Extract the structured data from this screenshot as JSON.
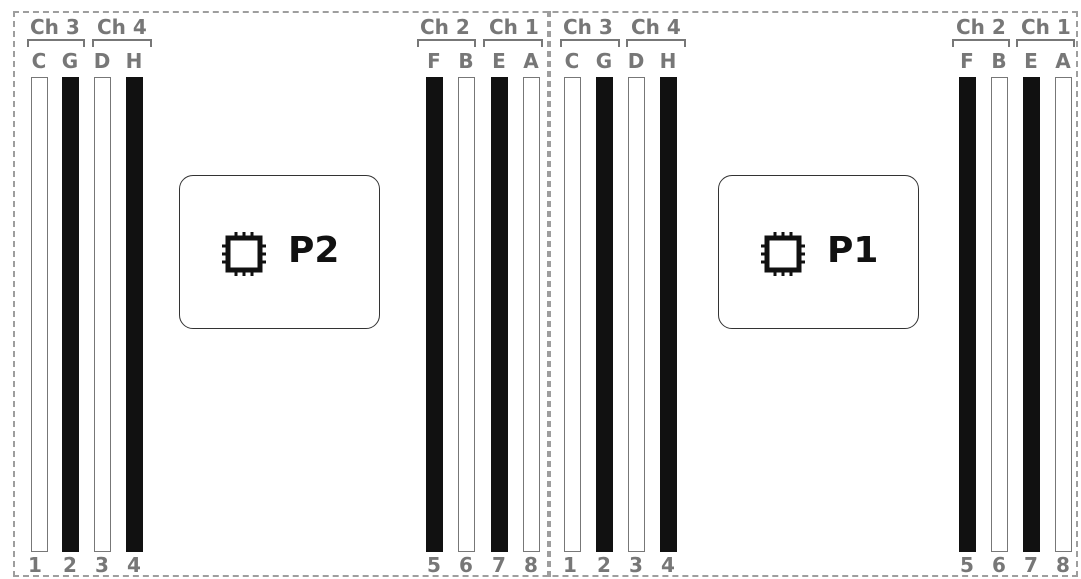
{
  "processors": [
    {
      "label": "P2",
      "channels": [
        {
          "name": "Ch 3"
        },
        {
          "name": "Ch 4"
        },
        {
          "name": "Ch 2"
        },
        {
          "name": "Ch 1"
        }
      ],
      "slots": [
        {
          "letter": "C",
          "number": "1",
          "populated": false
        },
        {
          "letter": "G",
          "number": "2",
          "populated": true
        },
        {
          "letter": "D",
          "number": "3",
          "populated": false
        },
        {
          "letter": "H",
          "number": "4",
          "populated": true
        },
        {
          "letter": "F",
          "number": "5",
          "populated": true
        },
        {
          "letter": "B",
          "number": "6",
          "populated": false
        },
        {
          "letter": "E",
          "number": "7",
          "populated": true
        },
        {
          "letter": "A",
          "number": "8",
          "populated": false
        }
      ]
    },
    {
      "label": "P1",
      "channels": [
        {
          "name": "Ch 3"
        },
        {
          "name": "Ch 4"
        },
        {
          "name": "Ch 2"
        },
        {
          "name": "Ch 1"
        }
      ],
      "slots": [
        {
          "letter": "C",
          "number": "1",
          "populated": false
        },
        {
          "letter": "G",
          "number": "2",
          "populated": true
        },
        {
          "letter": "D",
          "number": "3",
          "populated": false
        },
        {
          "letter": "H",
          "number": "4",
          "populated": true
        },
        {
          "letter": "F",
          "number": "5",
          "populated": true
        },
        {
          "letter": "B",
          "number": "6",
          "populated": false
        },
        {
          "letter": "E",
          "number": "7",
          "populated": true
        },
        {
          "letter": "A",
          "number": "8",
          "populated": false
        }
      ]
    }
  ],
  "colors": {
    "populated": "#111111",
    "empty": "#ffffff",
    "label": "#777777"
  }
}
